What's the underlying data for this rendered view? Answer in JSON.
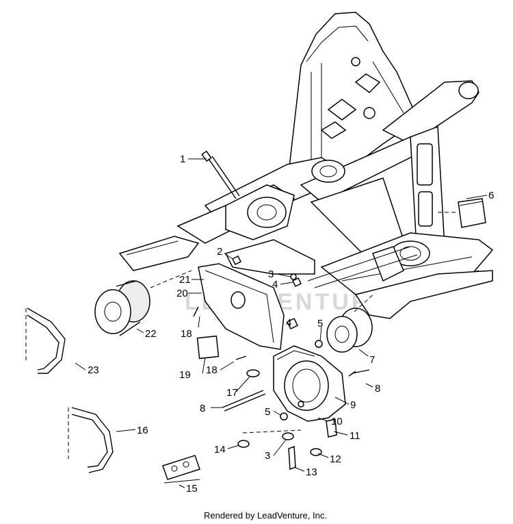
{
  "diagram": {
    "footer": "Rendered by LeadVenture, Inc.",
    "watermark": "LEADVENTURE",
    "callouts": [
      "1",
      "2",
      "3",
      "4",
      "4",
      "5",
      "5",
      "6",
      "7",
      "8",
      "8",
      "9",
      "10",
      "11",
      "12",
      "13",
      "14",
      "3",
      "15",
      "16",
      "17",
      "18",
      "18",
      "19",
      "20",
      "21",
      "22",
      "23"
    ]
  }
}
